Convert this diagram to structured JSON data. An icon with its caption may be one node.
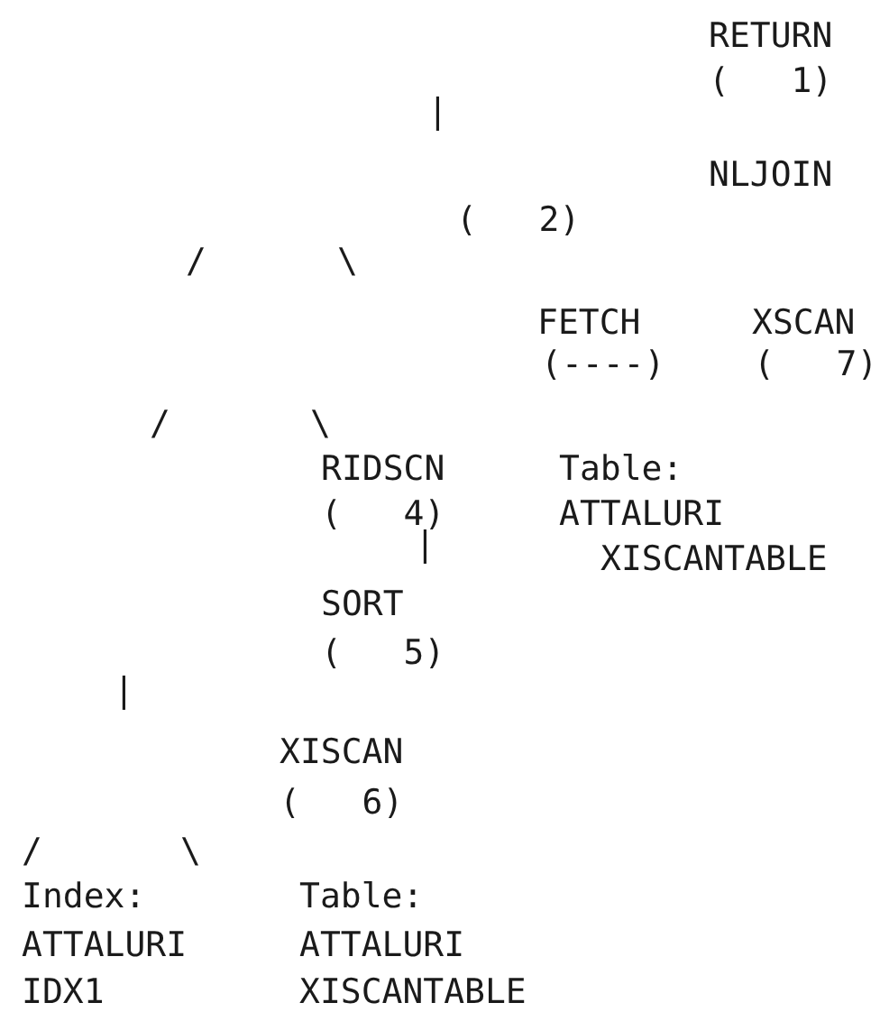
{
  "diagram": {
    "labels": [
      "RETURN",
      "(   1)",
      "|",
      "NLJOIN",
      "(   2)",
      "/",
      "\\",
      "FETCH",
      "XSCAN",
      "(----)",
      "(   7)",
      "/",
      "\\",
      "RIDSCN",
      "Table:",
      "(   4)",
      "ATTALURI",
      "|",
      "XISCANTABLE",
      "SORT",
      "(   5)",
      "|",
      "XISCAN",
      "(   6)",
      "/",
      "\\",
      "Index:",
      "Table:",
      "ATTALURI",
      "ATTALURI",
      "IDX1",
      "XISCANTABLE"
    ]
  }
}
